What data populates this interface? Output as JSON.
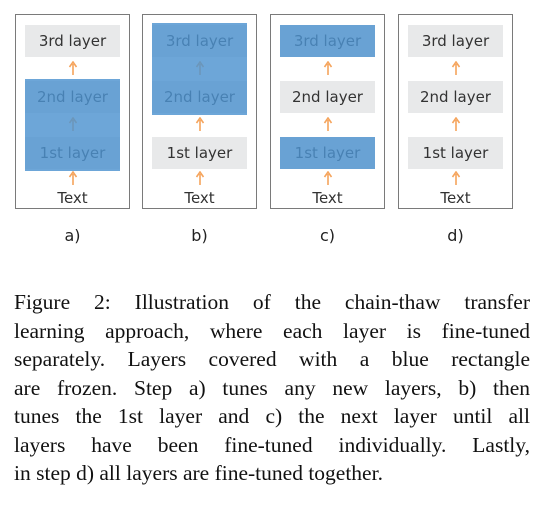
{
  "layers": {
    "third": "3rd layer",
    "second": "2nd layer",
    "first": "1st layer",
    "input": "Text"
  },
  "panels": [
    {
      "label": "a)",
      "frozen": [
        "2nd layer",
        "1st layer"
      ]
    },
    {
      "label": "b)",
      "frozen": [
        "3rd layer",
        "2nd layer"
      ]
    },
    {
      "label": "c)",
      "frozen": [
        "3rd layer",
        "1st layer"
      ]
    },
    {
      "label": "d)",
      "frozen": []
    }
  ],
  "caption": {
    "lines": [
      "Figure 2: Illustration of the chain-thaw transfer",
      "learning approach, where each layer is fine-tuned",
      "separately. Layers covered with a blue rectangle",
      "are frozen. Step a) tunes any new layers, b) then",
      "tunes the 1st layer and c) the next layer until all",
      "layers have been fine-tuned individually. Lastly,",
      "in step d) all layers are fine-tuned together."
    ]
  },
  "colors": {
    "frozen": "#4d92d0",
    "layer_box": "#e8e9ea",
    "arrow": "#f5a45c",
    "border": "#7a7a7a"
  }
}
